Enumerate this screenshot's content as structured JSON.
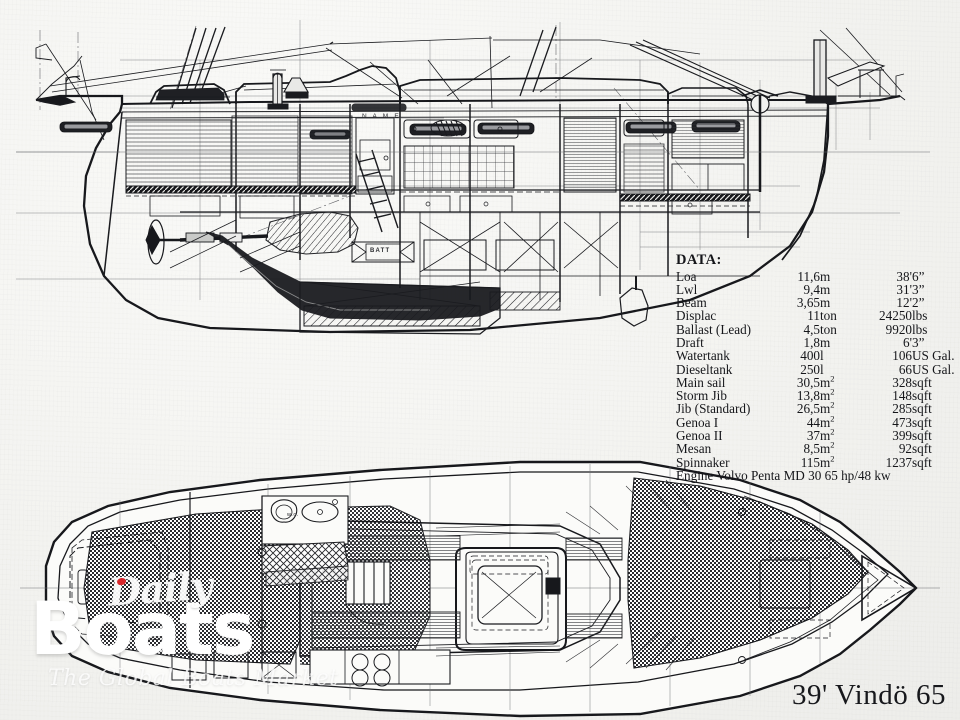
{
  "sheet": {
    "background_color": "#f4f4f1",
    "ink_color": "#1a1b1f"
  },
  "data_block": {
    "title": "DATA:",
    "columns": [
      "label",
      "value",
      "unit",
      "imperial_value",
      "imperial_unit"
    ],
    "rows": [
      {
        "label": "Loa",
        "value": "11,6",
        "unit": "m",
        "imperial_value": "38'",
        "imperial_unit": "6”"
      },
      {
        "label": "Lwl",
        "value": "9,4",
        "unit": "m",
        "imperial_value": "31'",
        "imperial_unit": "3”"
      },
      {
        "label": "Beam",
        "value": "3,65",
        "unit": "m",
        "imperial_value": "12'",
        "imperial_unit": "2”"
      },
      {
        "label": "Displac",
        "value": "11",
        "unit": "ton",
        "imperial_value": "24250",
        "imperial_unit": "lbs"
      },
      {
        "label": "Ballast (Lead)",
        "value": "4,5",
        "unit": "ton",
        "imperial_value": "9920",
        "imperial_unit": "lbs"
      },
      {
        "label": "Draft",
        "value": "1,8",
        "unit": "m",
        "imperial_value": "6'",
        "imperial_unit": "3”"
      },
      {
        "label": "Watertank",
        "value": "400",
        "unit": "l",
        "imperial_value": "106",
        "imperial_unit": "US Gal."
      },
      {
        "label": "Dieseltank",
        "value": "250",
        "unit": "l",
        "imperial_value": "66",
        "imperial_unit": "US Gal."
      },
      {
        "label": "Main sail",
        "value": "30,5",
        "unit": "m2",
        "imperial_value": "328",
        "imperial_unit": "sqft"
      },
      {
        "label": "Storm Jib",
        "value": "13,8",
        "unit": "m2",
        "imperial_value": "148",
        "imperial_unit": "sqft"
      },
      {
        "label": "Jib (Standard)",
        "value": "26,5",
        "unit": "m2",
        "imperial_value": "285",
        "imperial_unit": "sqft"
      },
      {
        "label": "Genoa I",
        "value": "44",
        "unit": "m2",
        "imperial_value": "473",
        "imperial_unit": "sqft"
      },
      {
        "label": "Genoa II",
        "value": "37",
        "unit": "m2",
        "imperial_value": "399",
        "imperial_unit": "sqft"
      },
      {
        "label": "Mesan",
        "value": "8,5",
        "unit": "m2",
        "imperial_value": "92",
        "imperial_unit": "sqft"
      },
      {
        "label": "Spinnaker",
        "value": "115",
        "unit": "m2",
        "imperial_value": "1237",
        "imperial_unit": "sqft"
      }
    ],
    "engine_line": "Engine Volvo Penta MD 30 65 hp/48 kw"
  },
  "model_title": "39' Vindö 65",
  "watermark": {
    "script_word": "Daily",
    "bold_word": "Boats",
    "tagline": "The Global Boats Market",
    "dot_color": "#d8272c"
  },
  "drawing_labels": {
    "hull_name": "N A M E",
    "battery": "BATT",
    "wc": "w.c."
  },
  "drawings": [
    {
      "name": "profile-section-view",
      "description": "Sailboat side profile / interior longitudinal section with rig, deck, cabin, engine, keel and rudder"
    },
    {
      "name": "deck-accommodation-plan-view",
      "description": "Accommodation plan view showing aft cabin, saloon, galley, heads and forward V-berth"
    }
  ]
}
